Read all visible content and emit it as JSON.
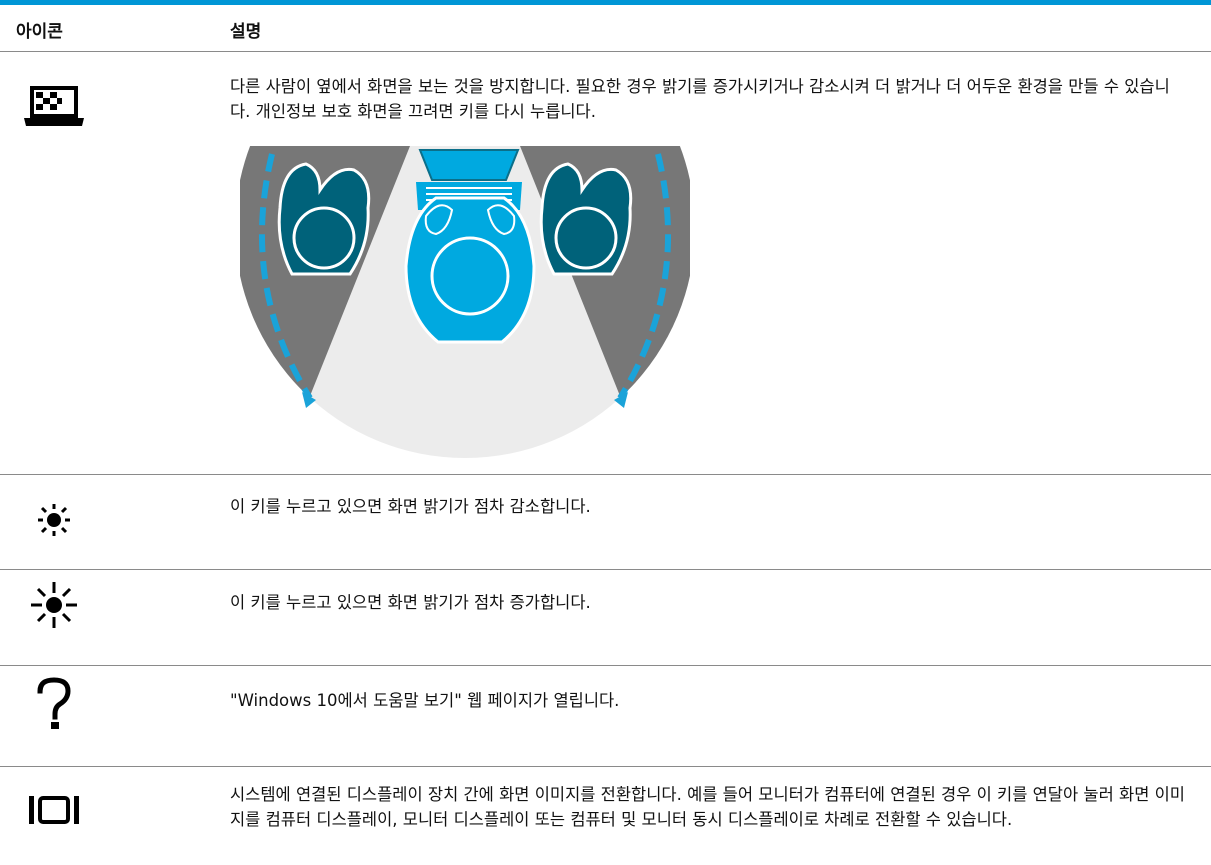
{
  "table": {
    "header_icon": "아이콘",
    "header_desc": "설명",
    "accent_color": "#0096d6",
    "rows": [
      {
        "icon": "privacy-screen-icon",
        "desc": "다른 사람이 옆에서 화면을 보는 것을 방지합니다. 필요한 경우 밝기를 증가시키거나 감소시켜 더 밝거나 더 어두운 환경을 만들 수 있습니다. 개인정보 보호 화면을 끄려면 키를 다시 누릅니다."
      },
      {
        "icon": "brightness-down-icon",
        "desc": "이 키를 누르고 있으면 화면 밝기가 점차 감소합니다."
      },
      {
        "icon": "brightness-up-icon",
        "desc": "이 키를 누르고 있으면 화면 밝기가 점차 증가합니다."
      },
      {
        "icon": "help-icon",
        "desc": "\"Windows 10에서 도움말 보기\" 웹 페이지가 열립니다."
      },
      {
        "icon": "switch-display-icon",
        "desc": "시스템에 연결된 디스플레이 장치 간에 화면 이미지를 전환합니다. 예를 들어 모니터가 컴퓨터에 연결된 경우 이 키를 연달아 눌러 화면 이미지를 컴퓨터 디스플레이, 모니터 디스플레이 또는 컴퓨터 및 모니터 동시 디스플레이로 차례로 전환할 수 있습니다."
      }
    ]
  }
}
